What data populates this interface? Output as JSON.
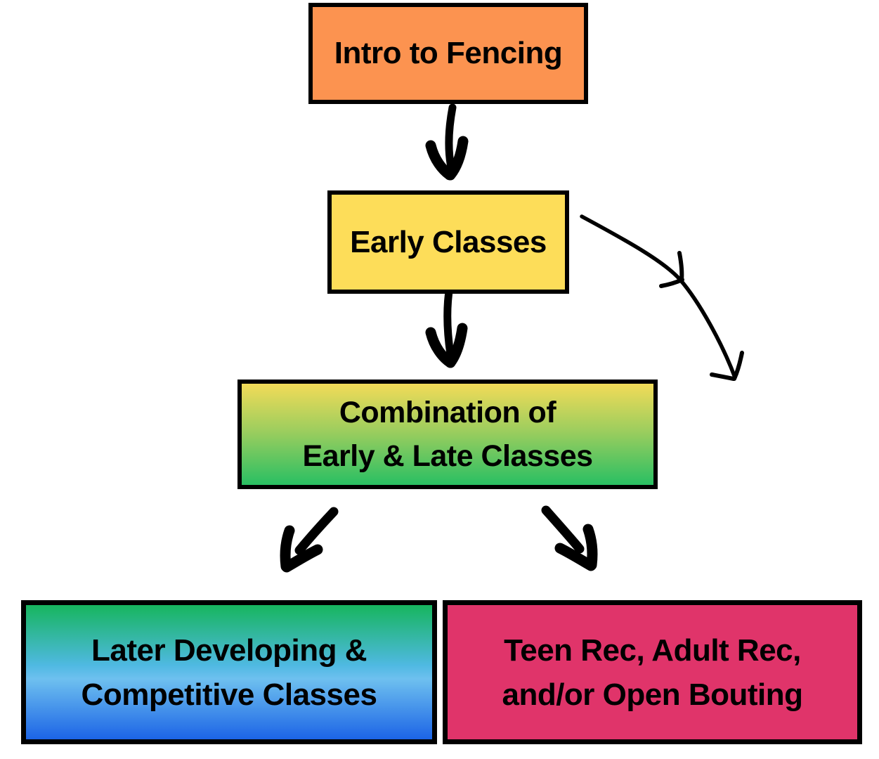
{
  "nodes": {
    "intro": {
      "label": "Intro to Fencing"
    },
    "early": {
      "label": "Early Classes"
    },
    "combo": {
      "lines": [
        "Combination of",
        "Early & Late Classes"
      ]
    },
    "later": {
      "lines": [
        "Later Developing &",
        "Competitive Classes"
      ]
    },
    "teen": {
      "lines": [
        "Teen Rec, Adult Rec,",
        "and/or Open Bouting"
      ]
    }
  },
  "edges": [
    {
      "name": "intro-to-early",
      "from": "Intro to Fencing",
      "to": "Early Classes",
      "type": "thick-down-arrow"
    },
    {
      "name": "early-to-combination",
      "from": "Early Classes",
      "to": "Combination of Early & Late Classes",
      "type": "thick-down-arrow"
    },
    {
      "name": "early-to-teen-rec",
      "from": "Early Classes",
      "to": "Teen Rec, Adult Rec, and/or Open Bouting",
      "type": "thin-curved-arrow"
    },
    {
      "name": "combination-to-later-developing",
      "from": "Combination of Early & Late Classes",
      "to": "Later Developing & Competitive Classes",
      "type": "thick-diagonal-arrow"
    },
    {
      "name": "combination-to-teen-rec",
      "from": "Combination of Early & Late Classes",
      "to": "Teen Rec, Adult Rec, and/or Open Bouting",
      "type": "thick-diagonal-arrow"
    }
  ],
  "colors": {
    "background": "#FFFFFF",
    "border": "#000000",
    "text": "#000000",
    "arrow": "#000000",
    "intro_fill": "#FC9350",
    "early_fill": "#FDDD59",
    "combination_gradient_top": "#F2DB58",
    "combination_gradient_bottom": "#29BF63",
    "later_gradient_top": "#17B55E",
    "later_gradient_middle": "#6EC0EF",
    "later_gradient_bottom": "#1C64E6",
    "teen_fill": "#E0346A"
  }
}
